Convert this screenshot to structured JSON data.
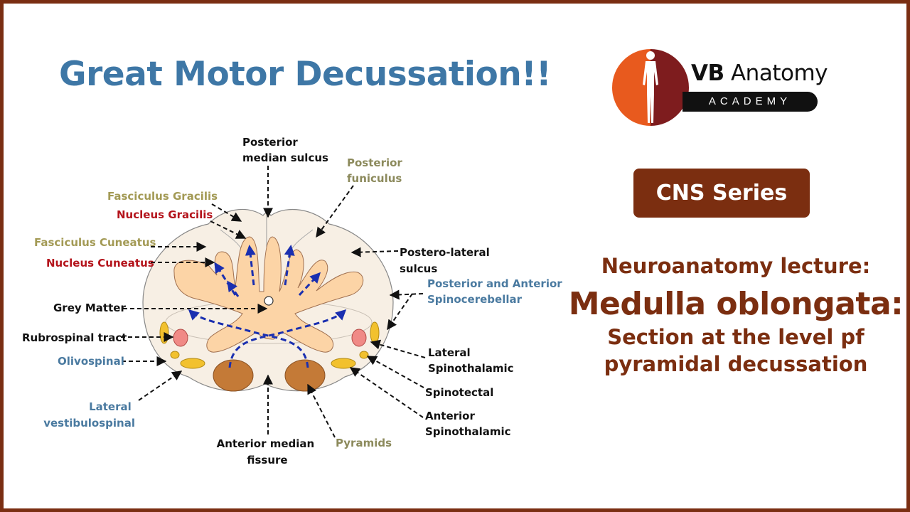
{
  "title": "Great Motor Decussation!!",
  "logo": {
    "name_bold": "VB",
    "name_rest": " Anatomy",
    "subtitle": "ACADEMY"
  },
  "badge": "CNS Series",
  "lecture": {
    "line1": "Neuroanatomy lecture:",
    "line2": "Medulla oblongata:",
    "line3": "Section at the level pf",
    "line4": "pyramidal decussation"
  },
  "labels": {
    "posterior_median_sulcus": [
      "Posterior",
      "median sulcus"
    ],
    "posterior_funiculus": [
      "Posterior",
      "funiculus"
    ],
    "fasciculus_gracilis": "Fasciculus Gracilis",
    "nucleus_gracilis": "Nucleus Gracilis",
    "fasciculus_cuneatus": "Fasciculus Cuneatus",
    "nucleus_cuneatus": "Nucleus Cuneatus",
    "grey_matter": "Grey Matter",
    "rubrospinal_tract": "Rubrospinal tract",
    "olivospinal": "Olivospinal",
    "lateral_vestibulospinal": [
      "Lateral",
      "vestibulospinal"
    ],
    "anterior_median_fissure": [
      "Anterior median",
      "fissure"
    ],
    "pyramids": "Pyramids",
    "postero_lateral_sulcus": [
      "Postero-lateral",
      "sulcus"
    ],
    "spinocerebellar": [
      "Posterior and Anterior",
      "Spinocerebellar"
    ],
    "lateral_spinothalamic": [
      "Lateral",
      "Spinothalamic"
    ],
    "spinotectal": "Spinotectal",
    "anterior_spinothalamic": [
      "Anterior",
      "Spinothalamic"
    ]
  },
  "colors": {
    "frame": "#7a2e12",
    "title": "#3e77a6",
    "brand_brown": "#7b2e10",
    "grey_matter_fill": "#fcd4a6",
    "pyramids_fill": "#c47a37",
    "tract_yellow": "#f2c12e",
    "tract_pink": "#f08a86",
    "arrows": "#1a2fb0"
  },
  "icons": [
    "human-figure-icon"
  ]
}
